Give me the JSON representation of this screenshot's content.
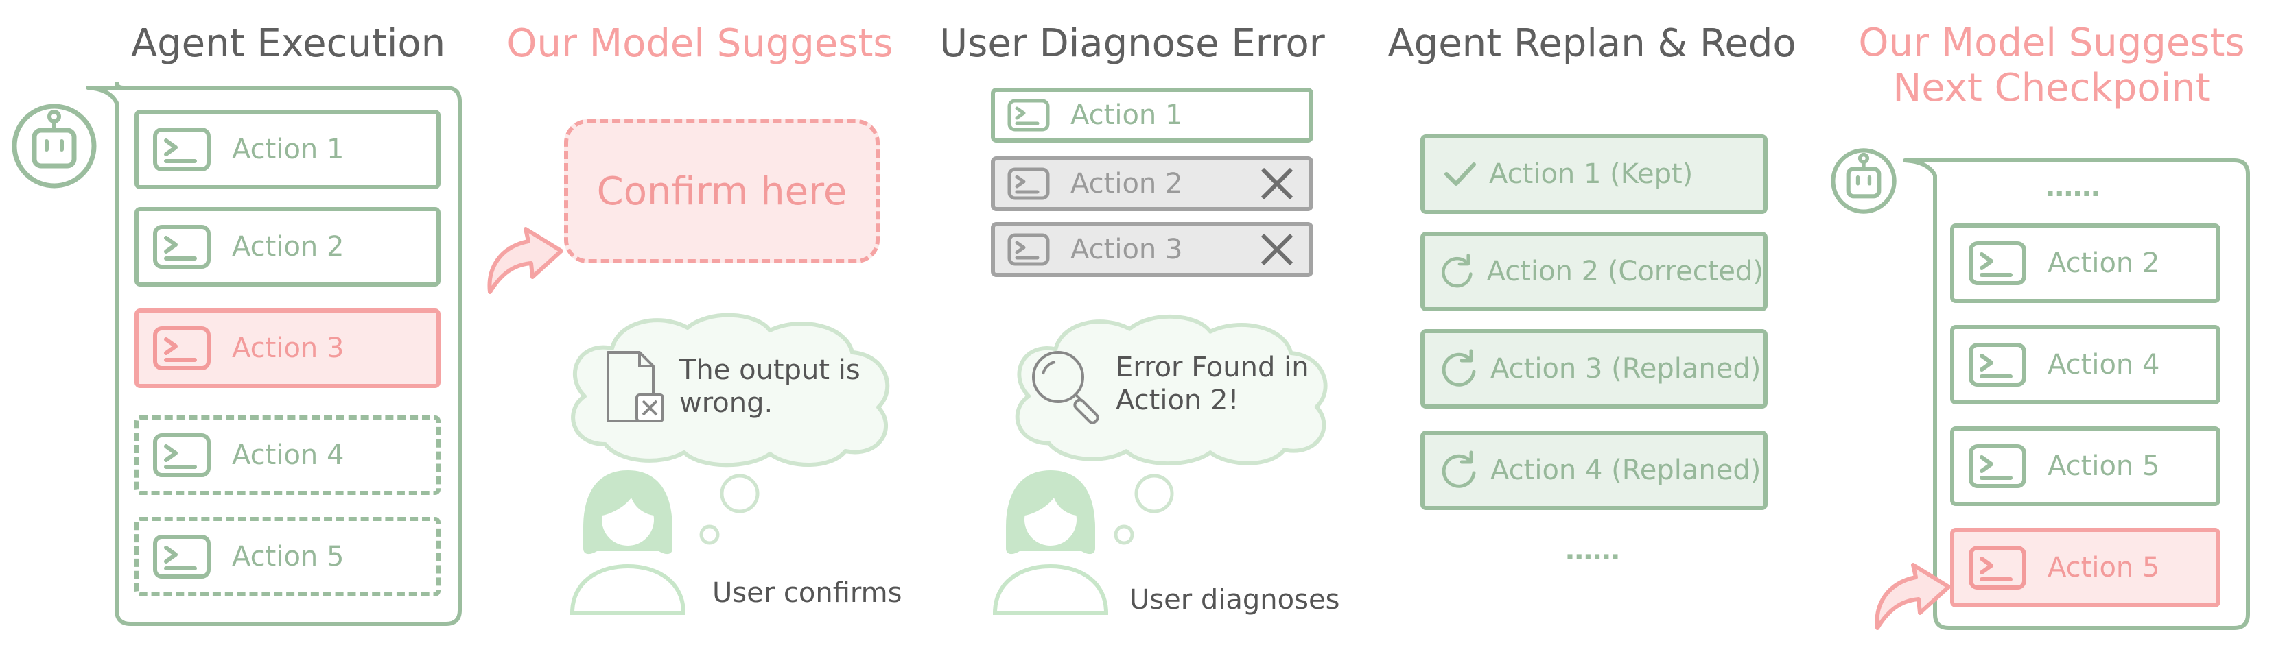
{
  "colors": {
    "green": "#9bbd9e",
    "pink": "#f7a1a1",
    "gray": "#a3a3a3",
    "text": "#555555"
  },
  "panel1": {
    "title": "Agent Execution",
    "actions": [
      {
        "label": "Action 1",
        "style": "green"
      },
      {
        "label": "Action 2",
        "style": "green"
      },
      {
        "label": "Action 3",
        "style": "red"
      },
      {
        "label": "Action 4",
        "style": "dashed"
      },
      {
        "label": "Action 5",
        "style": "dashed"
      }
    ]
  },
  "panel2": {
    "title": "Our Model Suggests",
    "confirm_text": "Confirm here",
    "thought": "The output is wrong.",
    "thought_line1": "The output is",
    "thought_line2": "wrong.",
    "caption": "User confirms",
    "icons": [
      "robot-icon",
      "arrow-icon",
      "file-error-icon",
      "user-icon"
    ]
  },
  "panel3": {
    "title": "User Diagnose Error",
    "actions": [
      {
        "label": "Action 1",
        "status": "ok"
      },
      {
        "label": "Action 2",
        "status": "error"
      },
      {
        "label": "Action 3",
        "status": "error"
      }
    ],
    "thought_line1": "Error Found in",
    "thought_line2": "Action 2!",
    "caption": "User diagnoses"
  },
  "panel4": {
    "title": "Agent Replan & Redo",
    "actions": [
      {
        "label": "Action 1 (Kept)",
        "icon": "check-icon"
      },
      {
        "label": "Action 2 (Corrected)",
        "icon": "redo-icon"
      },
      {
        "label": "Action 3 (Replaned)",
        "icon": "redo-icon"
      },
      {
        "label": "Action 4 (Replaned)",
        "icon": "redo-icon"
      }
    ],
    "ellipsis": "......"
  },
  "panel5": {
    "title_line1": "Our Model Suggests",
    "title_line2": "Next Checkpoint",
    "ellipsis": "......",
    "actions": [
      {
        "label": "Action 2",
        "style": "green"
      },
      {
        "label": "Action 4",
        "style": "green"
      },
      {
        "label": "Action 5",
        "style": "green"
      },
      {
        "label": "Action 5",
        "style": "red"
      }
    ]
  }
}
